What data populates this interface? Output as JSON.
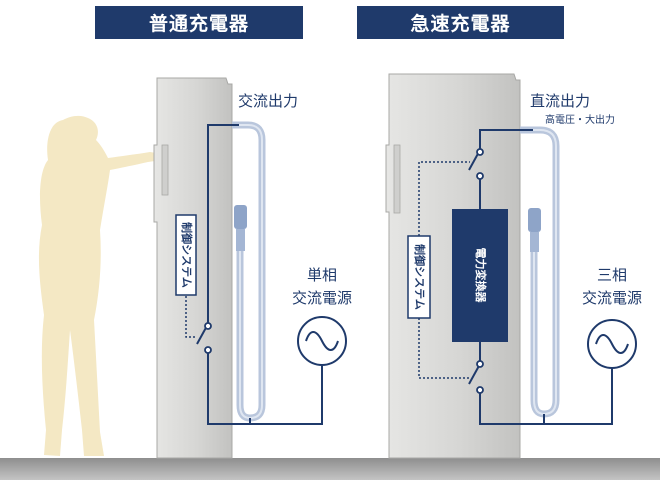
{
  "headers": {
    "normal": "普通充電器",
    "quick": "急速充電器"
  },
  "normal_charger": {
    "output_label": "交流出力",
    "control_label": "制御システム",
    "source_label_line1": "単相",
    "source_label_line2": "交流電源"
  },
  "quick_charger": {
    "output_label": "直流出力",
    "output_sublabel": "高電圧・大出力",
    "control_label": "制御システム",
    "converter_label": "電力変換器",
    "source_label_line1": "三相",
    "source_label_line2": "交流電源"
  },
  "colors": {
    "navy": "#1f3a6b",
    "charger_body": "#d8d8d6",
    "cable": "#b9c6dc",
    "person": "#f4e8c4",
    "ground": "#9a9a9a"
  }
}
